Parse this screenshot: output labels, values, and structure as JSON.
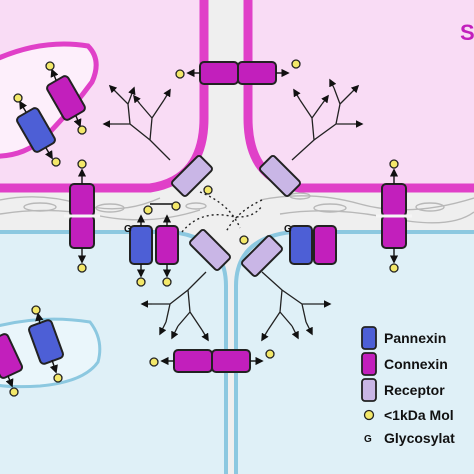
{
  "corner_label": "S",
  "legend": {
    "items": [
      {
        "label": "Pannexin",
        "icon": "pannexin-icon",
        "color": "#4d5fd6"
      },
      {
        "label": "Connexin",
        "icon": "connexin-icon",
        "color": "#c21fbc"
      },
      {
        "label": "Receptor",
        "icon": "receptor-icon",
        "color": "#c9b6e6"
      },
      {
        "label": "<1kDa Mol",
        "icon": "small-molecule-icon",
        "color": "#f3e86a"
      },
      {
        "label": "Glycosylat",
        "icon": "glycosylation-icon",
        "symbol": "G"
      }
    ]
  },
  "glycosylation_marker": "G",
  "colors": {
    "upper_cell_membrane": "#e040c8",
    "upper_cell_fill": "#f9dcf5",
    "lower_cell_membrane": "#8cc8e0",
    "lower_cell_fill": "#dff0f7",
    "extracellular": "#efefef",
    "pannexin": "#4d5fd6",
    "connexin": "#c21fbc",
    "receptor": "#c9b6e6",
    "small_molecule": "#f3e86a"
  }
}
